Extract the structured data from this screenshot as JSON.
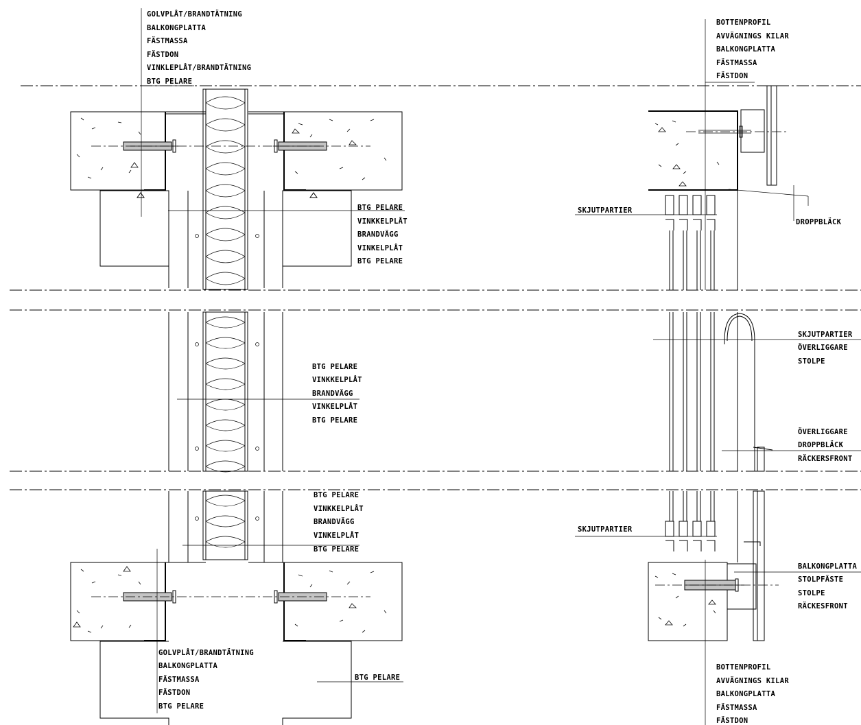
{
  "labels": {
    "top_left": [
      "GOLVPLÅT/BRANDTÄTNING",
      "BALKONGPLATTA",
      "FÄSTMASSA",
      "FÄSTDON",
      "VINKLEPLÅT/BRANDTÄTNING",
      "BTG PELARE"
    ],
    "mid_left_upper": [
      "BTG PELARE",
      "VINKKELPLÅT",
      "BRANDVÄGG",
      "VINKELPLÅT",
      "BTG PELARE"
    ],
    "mid_left_center": [
      "BTG PELARE",
      "VINKKELPLÅT",
      "BRANDVÄGG",
      "VINKELPLÅT",
      "BTG PELARE"
    ],
    "mid_left_lower": [
      "BTG PELARE",
      "VINKKELPLÅT",
      "BRANDVÄGG",
      "VINKELPLÅT",
      "BTG PELARE"
    ],
    "bottom_left": [
      "GOLVPLÅT/BRANDTÄTNING",
      "BALKONGPLATTA",
      "FÄSTMASSA",
      "FÄSTDON",
      "BTG PELARE"
    ],
    "bottom_left_right": "BTG PELARE",
    "top_right": [
      "BOTTENPROFIL",
      "AVVÄGNINGS KILAR",
      "BALKONGPLATTA",
      "FÄSTMASSA",
      "FÄSTDON"
    ],
    "skjutpartier_upper": "SKJUTPARTIER",
    "droppblack_upper": "DROPPBLÄCK",
    "right_middle_upper": [
      "SKJUTPARTIER",
      "ÖVERLIGGARE",
      "STOLPE"
    ],
    "right_middle_lower": [
      "ÖVERLIGGARE",
      "DROPPBLÄCK",
      "RÄCKERSFRONT"
    ],
    "skjutpartier_lower": "SKJUTPARTIER",
    "right_lower": [
      "BALKONGPLATTA",
      "STOLPFÄSTE",
      "STOLPE",
      "RÄCKESFRONT"
    ],
    "bottom_right": [
      "BOTTENPROFIL",
      "AVVÄGNINGS KILAR",
      "BALKONGPLATTA",
      "FÄSTMASSA",
      "FÄSTDON"
    ]
  }
}
